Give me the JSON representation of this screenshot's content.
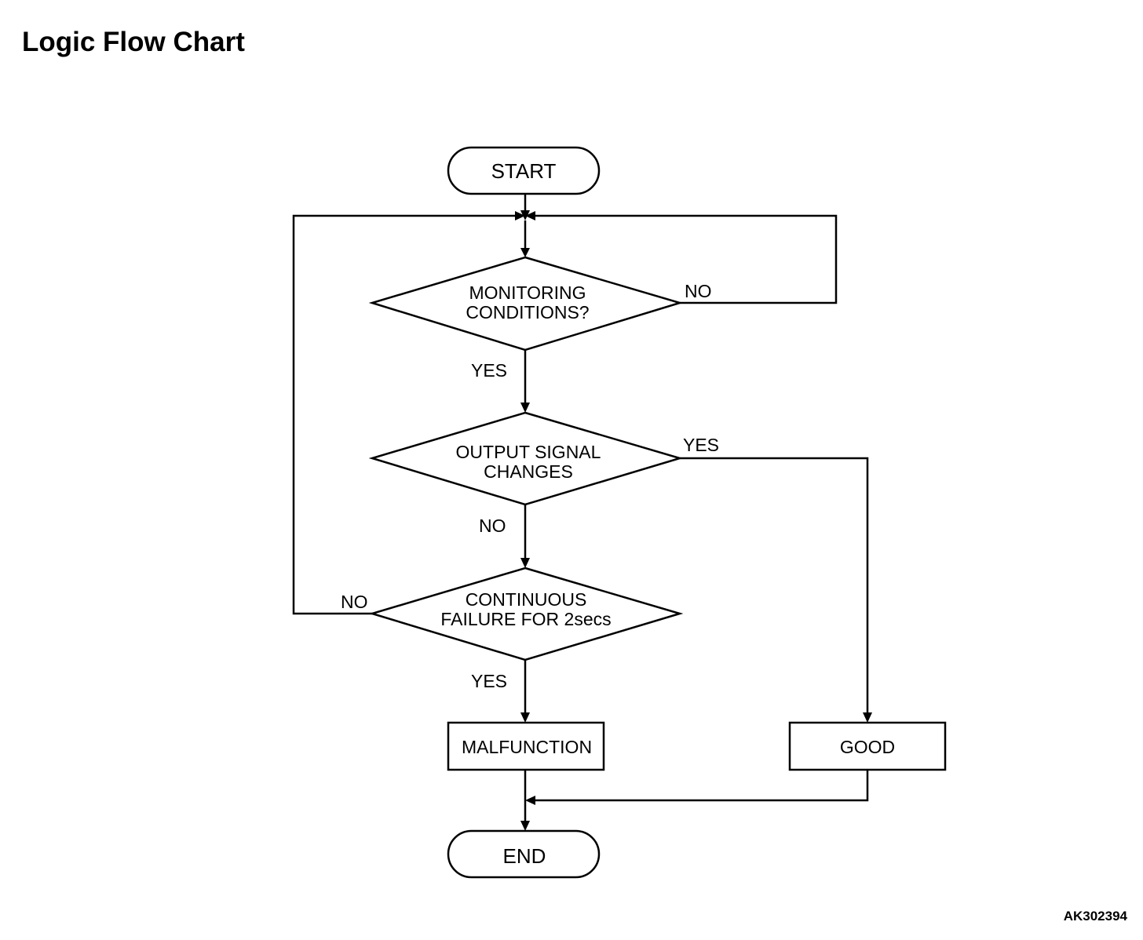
{
  "title": "Logic Flow Chart",
  "figure_code": "AK302394",
  "nodes": {
    "start": "START",
    "monitoring": [
      "MONITORING",
      "CONDITIONS?"
    ],
    "output_signal": [
      "OUTPUT SIGNAL",
      "CHANGES"
    ],
    "continuous_failure": [
      "CONTINUOUS",
      "FAILURE FOR 2secs"
    ],
    "malfunction": "MALFUNCTION",
    "good": "GOOD",
    "end": "END"
  },
  "edges": {
    "monitoring_no": "NO",
    "monitoring_yes": "YES",
    "output_yes": "YES",
    "output_no": "NO",
    "failure_no": "NO",
    "failure_yes": "YES"
  }
}
